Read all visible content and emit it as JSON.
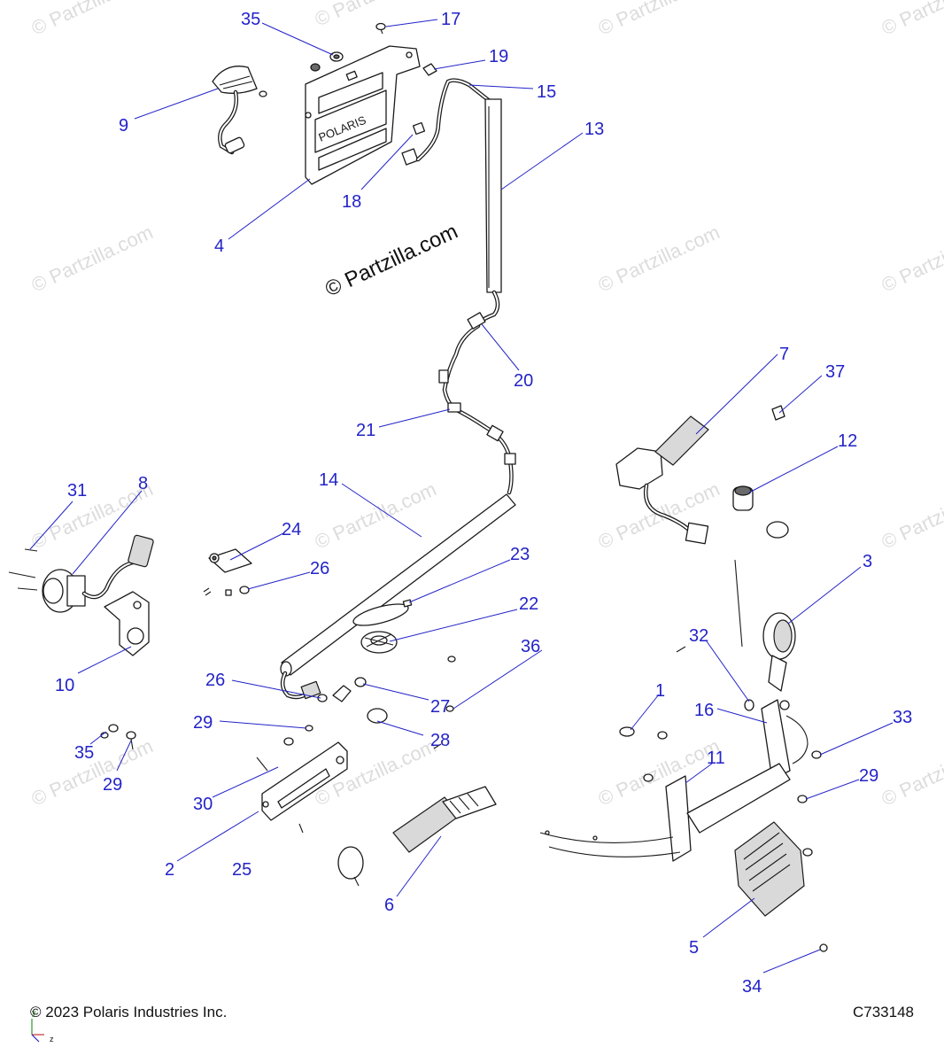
{
  "watermark": {
    "main": "© Partzilla.com",
    "faint": "© Partzilla.com"
  },
  "callouts": [
    {
      "id": "c1",
      "label": "1"
    },
    {
      "id": "c2",
      "label": "2"
    },
    {
      "id": "c3",
      "label": "3"
    },
    {
      "id": "c4",
      "label": "4"
    },
    {
      "id": "c5",
      "label": "5"
    },
    {
      "id": "c6",
      "label": "6"
    },
    {
      "id": "c7",
      "label": "7"
    },
    {
      "id": "c8",
      "label": "8"
    },
    {
      "id": "c9",
      "label": "9"
    },
    {
      "id": "c10",
      "label": "10"
    },
    {
      "id": "c11",
      "label": "11"
    },
    {
      "id": "c12",
      "label": "12"
    },
    {
      "id": "c13",
      "label": "13"
    },
    {
      "id": "c14",
      "label": "14"
    },
    {
      "id": "c15",
      "label": "15"
    },
    {
      "id": "c16",
      "label": "16"
    },
    {
      "id": "c17",
      "label": "17"
    },
    {
      "id": "c18",
      "label": "18"
    },
    {
      "id": "c19",
      "label": "19"
    },
    {
      "id": "c20",
      "label": "20"
    },
    {
      "id": "c21",
      "label": "21"
    },
    {
      "id": "c22",
      "label": "22"
    },
    {
      "id": "c23",
      "label": "23"
    },
    {
      "id": "c24",
      "label": "24"
    },
    {
      "id": "c25",
      "label": "25"
    },
    {
      "id": "c26a",
      "label": "26"
    },
    {
      "id": "c26b",
      "label": "26"
    },
    {
      "id": "c27",
      "label": "27"
    },
    {
      "id": "c28",
      "label": "28"
    },
    {
      "id": "c29a",
      "label": "29"
    },
    {
      "id": "c29b",
      "label": "29"
    },
    {
      "id": "c29c",
      "label": "29"
    },
    {
      "id": "c30",
      "label": "30"
    },
    {
      "id": "c31",
      "label": "31"
    },
    {
      "id": "c32",
      "label": "32"
    },
    {
      "id": "c33",
      "label": "33"
    },
    {
      "id": "c34",
      "label": "34"
    },
    {
      "id": "c35a",
      "label": "35"
    },
    {
      "id": "c35b",
      "label": "35"
    },
    {
      "id": "c36",
      "label": "36"
    },
    {
      "id": "c37",
      "label": "37"
    }
  ],
  "plate_text": "POLARIS",
  "footer": {
    "copyright": "© 2023 Polaris Industries Inc.",
    "code": "C733148"
  },
  "axis": {
    "y": "y",
    "z": "z"
  },
  "colors": {
    "callout": "#2323c8",
    "line_art": "#1a1a1a",
    "watermark": "#dcdcdc"
  }
}
